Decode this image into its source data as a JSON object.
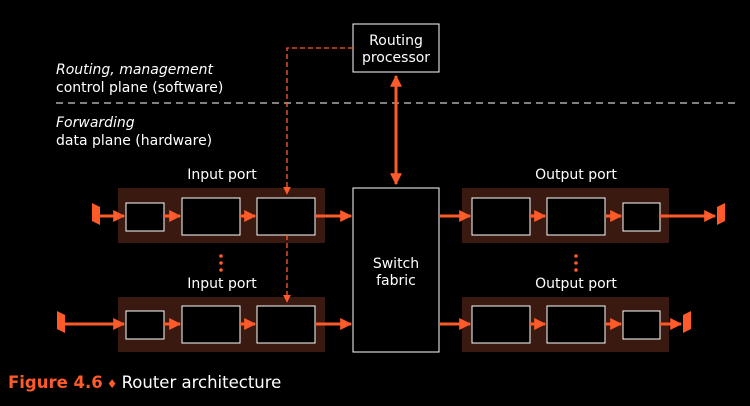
{
  "labels": {
    "routing_processor": [
      "Routing",
      "processor"
    ],
    "control_plane_line1": "Routing, management",
    "control_plane_line2": "control plane (software)",
    "data_plane_line1": "Forwarding",
    "data_plane_line2": "data plane (hardware)",
    "input_port_top": "Input port",
    "input_port_bottom": "Input port",
    "output_port_top": "Output port",
    "output_port_bottom": "Output port",
    "switch_fabric": [
      "Switch",
      "fabric"
    ]
  },
  "caption": {
    "figure_number": "Figure 4.6",
    "separator": "♦",
    "text": "Router architecture"
  },
  "colors": {
    "background": "#000000",
    "accent": "#ff5a2a",
    "port_fill": "#3a1a10",
    "box_stroke": "#ffffff"
  }
}
